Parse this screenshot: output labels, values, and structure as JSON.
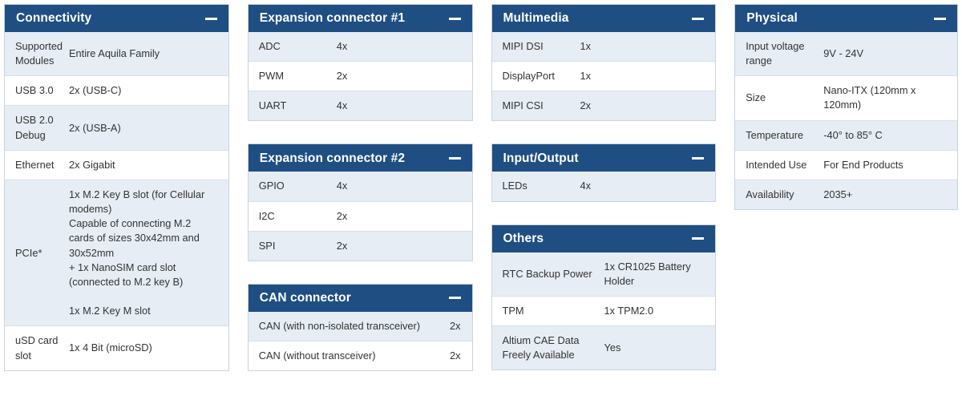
{
  "page": {
    "background": "#ffffff",
    "accent_header_color": "#1f4e83",
    "row_shade_color": "#e6edf4",
    "border_color": "#c8d4e0",
    "collapse_icon": "minus-icon"
  },
  "columns": [
    {
      "id": "column-1",
      "cards": [
        {
          "id": "connectivity",
          "title": "Connectivity",
          "collapse_label": "—",
          "rows": [
            {
              "label": "Supported Modules",
              "value": "Entire Aquila Family"
            },
            {
              "label": "USB 3.0",
              "value": "2x (USB-C)"
            },
            {
              "label": "USB 2.0 Debug",
              "value": "2x (USB-A)"
            },
            {
              "label": "Ethernet",
              "value": "2x Gigabit"
            },
            {
              "label": "PCIe*",
              "value": "1x M.2 Key B slot (for Cellular modems)\nCapable of connecting M.2 cards of sizes 30x42mm and 30x52mm\n+ 1x NanoSIM card slot (connected to M.2 key B)\n\n1x M.2 Key M slot"
            },
            {
              "label": "uSD card slot",
              "value": "1x 4 Bit (microSD)"
            }
          ]
        }
      ]
    },
    {
      "id": "column-2",
      "cards": [
        {
          "id": "expansion-connector-1",
          "title": "Expansion connector #1",
          "collapse_label": "—",
          "rows": [
            {
              "label": "ADC",
              "value": "4x"
            },
            {
              "label": "PWM",
              "value": "2x"
            },
            {
              "label": "UART",
              "value": "4x"
            }
          ]
        },
        {
          "id": "expansion-connector-2",
          "title": "Expansion connector #2",
          "collapse_label": "—",
          "rows": [
            {
              "label": "GPIO",
              "value": "4x"
            },
            {
              "label": "I2C",
              "value": "2x"
            },
            {
              "label": "SPI",
              "value": "2x"
            }
          ]
        },
        {
          "id": "can-connector",
          "title": "CAN connector",
          "collapse_label": "—",
          "rows": [
            {
              "label": "CAN (with non-isolated transceiver)",
              "value": "2x"
            },
            {
              "label": "CAN (without transceiver)",
              "value": "2x"
            }
          ]
        }
      ]
    },
    {
      "id": "column-3",
      "cards": [
        {
          "id": "multimedia",
          "title": "Multimedia",
          "collapse_label": "—",
          "rows": [
            {
              "label": "MIPI DSI",
              "value": "1x"
            },
            {
              "label": "DisplayPort",
              "value": "1x"
            },
            {
              "label": "MIPI CSI",
              "value": "2x"
            }
          ]
        },
        {
          "id": "input-output",
          "title": "Input/Output",
          "collapse_label": "—",
          "rows": [
            {
              "label": "LEDs",
              "value": "4x"
            }
          ]
        },
        {
          "id": "others",
          "title": "Others",
          "collapse_label": "—",
          "rows": [
            {
              "label": "RTC Backup Power",
              "value": "1x CR1025 Battery Holder"
            },
            {
              "label": "TPM",
              "value": "1x TPM2.0"
            },
            {
              "label": "Altium CAE Data Freely Available",
              "value": "Yes"
            }
          ]
        }
      ]
    },
    {
      "id": "column-4",
      "cards": [
        {
          "id": "physical",
          "title": "Physical",
          "collapse_label": "—",
          "rows": [
            {
              "label": "Input voltage range",
              "value": "9V - 24V"
            },
            {
              "label": "Size",
              "value": "Nano-ITX (120mm x 120mm)"
            },
            {
              "label": "Temperature",
              "value": "-40° to 85° C"
            },
            {
              "label": "Intended Use",
              "value": "For End Products"
            },
            {
              "label": "Availability",
              "value": "2035+"
            }
          ]
        }
      ]
    }
  ]
}
